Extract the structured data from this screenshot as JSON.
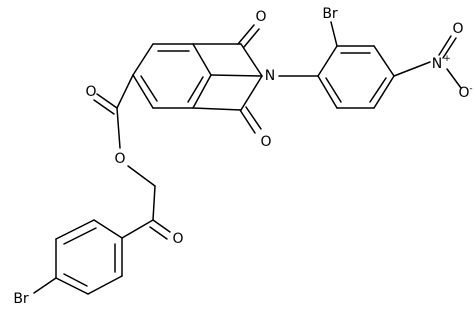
{
  "molecule": {
    "atoms": {
      "o_top": "O",
      "n_imide": "N",
      "br_right_ring": "Br",
      "n_nitro": "N",
      "plus": "+",
      "o_nitro_top": "O",
      "o_nitro_right": "O",
      "minus": "-",
      "o_bottom": "O",
      "o_ester_carbonyl": "O",
      "o_ester": "O",
      "o_ketone": "O",
      "br_left": "Br"
    }
  }
}
